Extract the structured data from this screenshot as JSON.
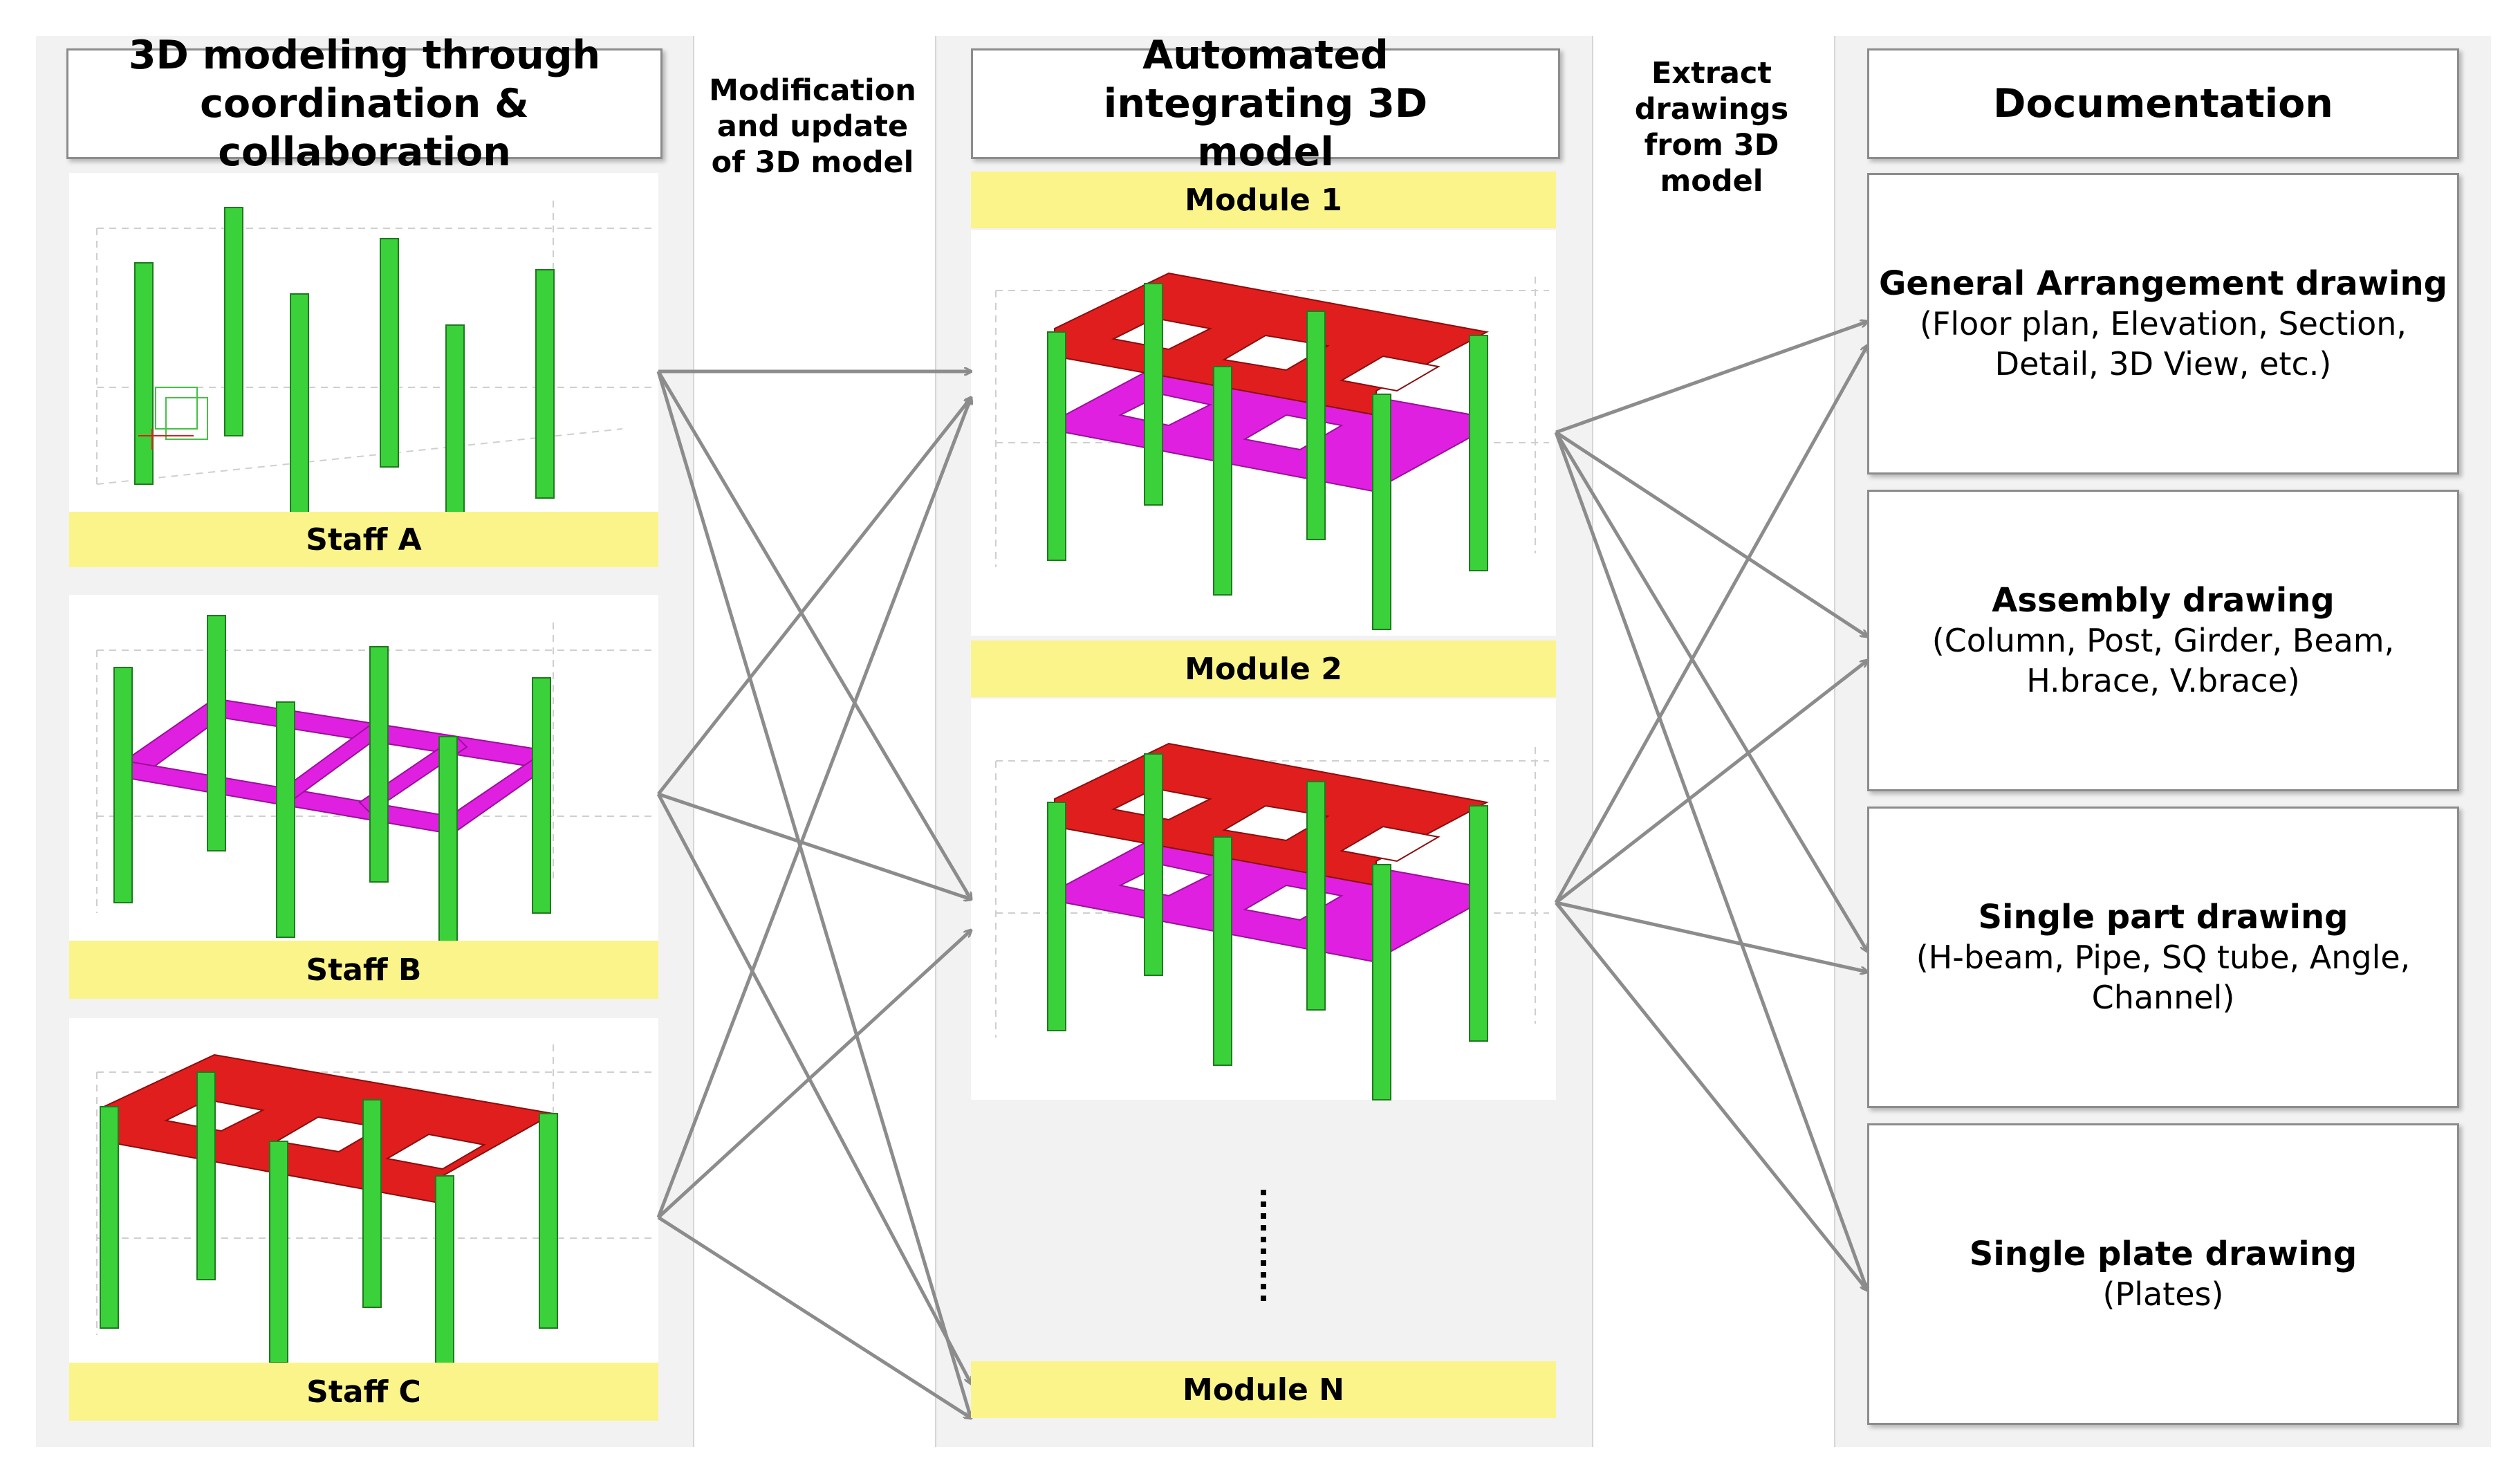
{
  "headers": {
    "left": "3D modeling through coordination & collaboration",
    "middle": "Automated integrating 3D model",
    "right": "Documentation"
  },
  "arrow_labels": {
    "modify": "Modification and update of 3D model",
    "extract": "Extract drawings from 3D model"
  },
  "staff": [
    {
      "label": "Staff A"
    },
    {
      "label": "Staff B"
    },
    {
      "label": "Staff C"
    }
  ],
  "modules": [
    {
      "label": "Module 1"
    },
    {
      "label": "Module 2"
    },
    {
      "label": "Module N"
    }
  ],
  "documents": [
    {
      "title": "General Arrangement drawing",
      "subtitle": "(Floor plan, Elevation, Section, Detail, 3D View, etc.)"
    },
    {
      "title": "Assembly drawing",
      "subtitle": "(Column, Post, Girder, Beam, H.brace, V.brace)"
    },
    {
      "title": "Single part drawing",
      "subtitle": "(H-beam, Pipe, SQ tube, Angle, Channel)"
    },
    {
      "title": "Single plate drawing",
      "subtitle": "(Plates)"
    }
  ],
  "colors": {
    "column": "#3ad13a",
    "girder": "#e01e1e",
    "beam": "#e020e0",
    "label_band": "#fbf48a",
    "arrow": "#8c8c8c"
  }
}
